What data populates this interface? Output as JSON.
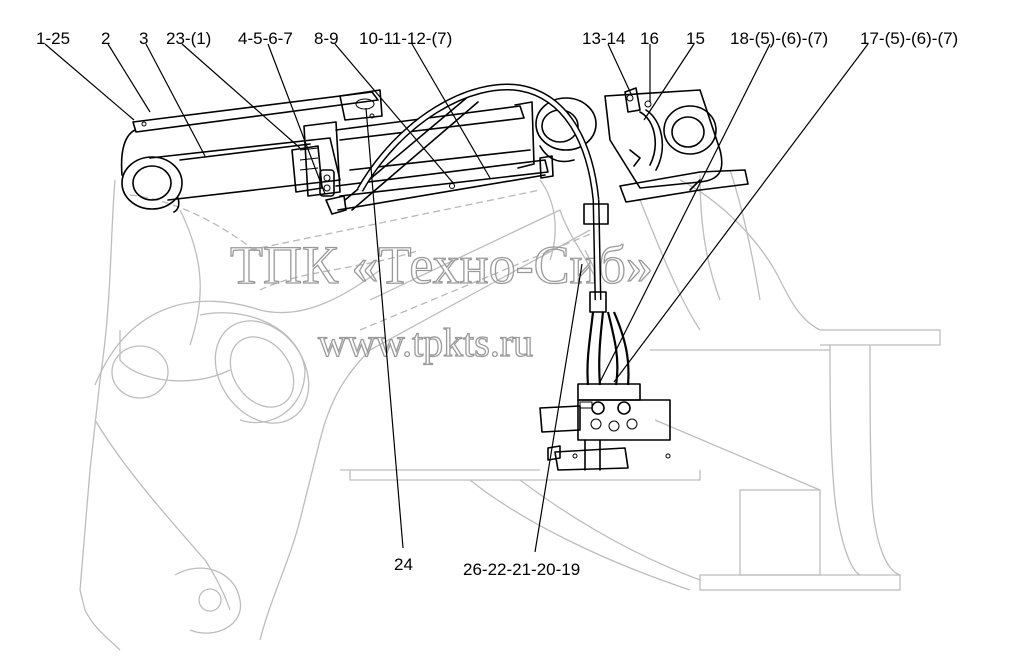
{
  "callouts": {
    "c1": "1-25",
    "c2": "2",
    "c3": "3",
    "c4": "23-(1)",
    "c5": "4-5-6-7",
    "c6": "8-9",
    "c7": "10-11-12-(7)",
    "c8": "13-14",
    "c9": "16",
    "c10": "15",
    "c11": "18-(5)-(6)-(7)",
    "c12": "17-(5)-(6)-(7)",
    "c13": "24",
    "c14": "26-22-21-20-19"
  },
  "watermark": {
    "company": "ТПК «Техно-Сиб»",
    "site": "www.tpkts.ru"
  }
}
